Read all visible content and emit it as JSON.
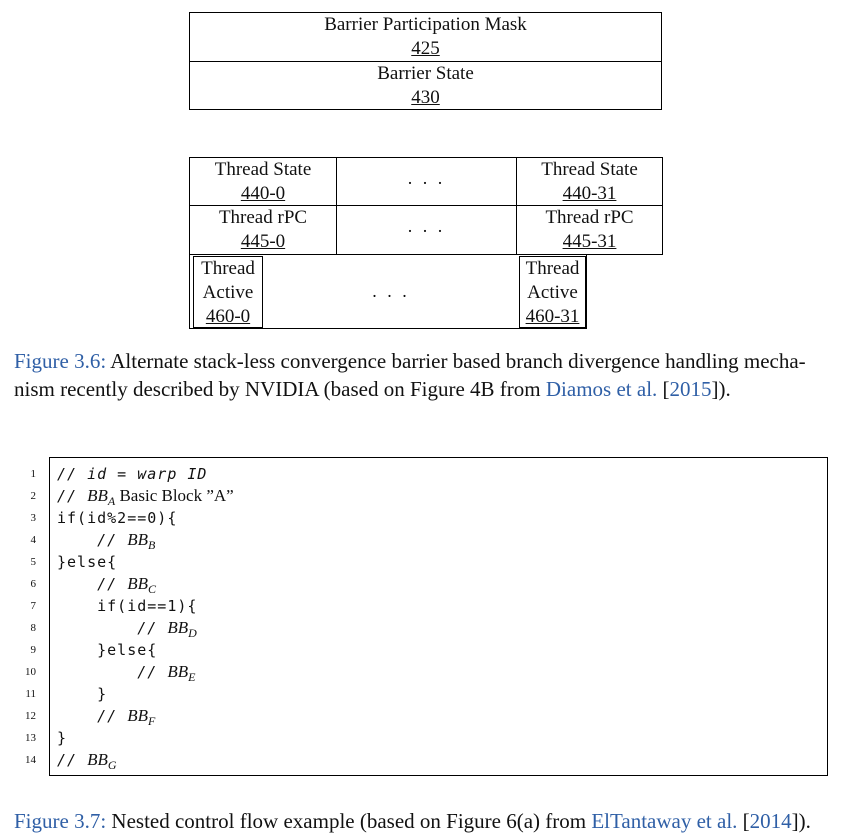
{
  "fig36": {
    "top_table": [
      {
        "label": "Barrier Participation Mask",
        "ref": "425"
      },
      {
        "label": "Barrier State",
        "ref": "430"
      }
    ],
    "thread_state": {
      "left": {
        "label": "Thread State",
        "ref": "440-0"
      },
      "right": {
        "label": "Thread State",
        "ref": "440-31"
      }
    },
    "thread_rpc": {
      "left": {
        "label": "Thread rPC",
        "ref": "445-0"
      },
      "right": {
        "label": "Thread rPC",
        "ref": "445-31"
      }
    },
    "thread_active": {
      "left": {
        "line1": "Thread",
        "line2": "Active",
        "ref": "460-0"
      },
      "right": {
        "line1": "Thread",
        "line2": "Active",
        "ref": "460-31"
      }
    },
    "ellipsis": ". . .",
    "caption": {
      "label": "Figure 3.6:",
      "text_part1": "Alternate stack-less convergence barrier based branch divergence handling mecha-nism recently described by NVIDIA (based on Figure 4B from",
      "line1": "Alternate stack-less convergence barrier based branch divergence handling mecha-",
      "line2_pre": "nism recently described by NVIDIA (based on Figure 4B from ",
      "cite_author": "Diamos et al.",
      "cite_year": "2015",
      "close": "]).",
      "open": " ["
    }
  },
  "fig37": {
    "line_numbers": [
      "1",
      "2",
      "3",
      "4",
      "5",
      "6",
      "7",
      "8",
      "9",
      "10",
      "11",
      "12",
      "13",
      "14"
    ],
    "code": {
      "l1": "// id = warp ID",
      "l2_prefix": "// ",
      "l2_bb": "BB",
      "l2_sub": "A",
      "l2_text": " Basic Block ”A”",
      "l3": "if(id%2==0){",
      "l4_prefix": "    // ",
      "l4_sub": "B",
      "l5": "}else{",
      "l6_prefix": "    // ",
      "l6_sub": "C",
      "l7": "    if(id==1){",
      "l8_prefix": "        // ",
      "l8_sub": "D",
      "l9": "    }else{",
      "l10_prefix": "        // ",
      "l10_sub": "E",
      "l11": "    }",
      "l12_prefix": "    // ",
      "l12_sub": "F",
      "l13": "}",
      "l14_prefix": "// ",
      "l14_sub": "G",
      "bb": "BB"
    },
    "caption": {
      "label": "Figure 3.7:",
      "pre": " Nested control flow example (based on Figure 6(a) from ",
      "cite_author": "ElTantaway et al.",
      "open": " [",
      "cite_year": "2014",
      "close": "])."
    }
  }
}
